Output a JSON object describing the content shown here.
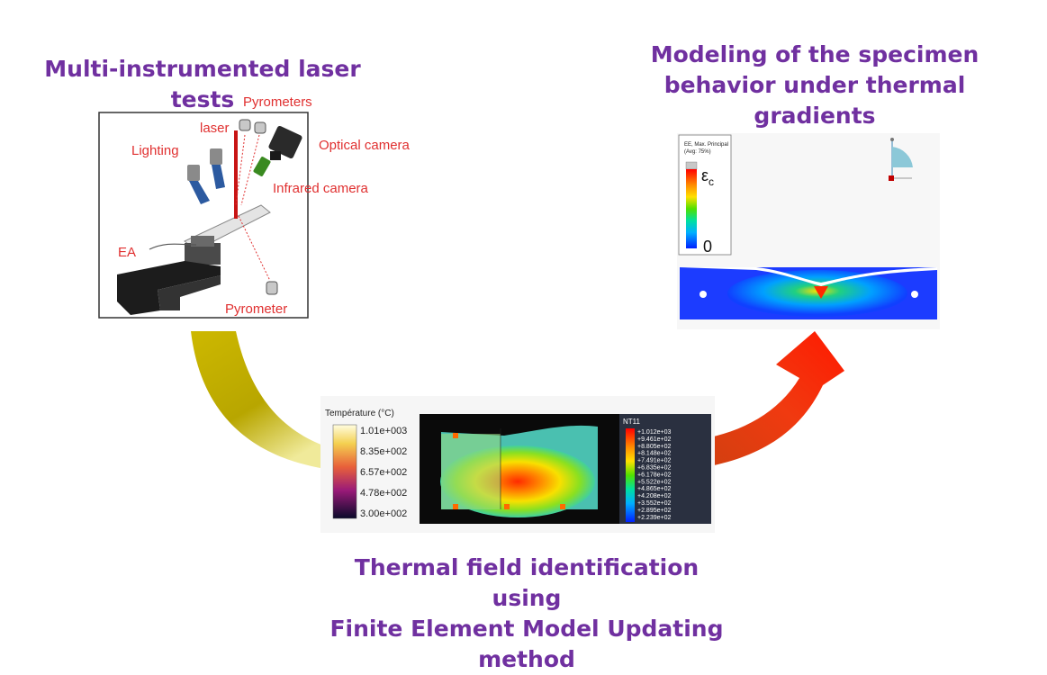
{
  "titles": {
    "left": "Multi-instrumented laser tests",
    "right_line1": "Modeling of the specimen",
    "right_line2": "behavior under thermal gradients",
    "bottom_line1": "Thermal field identification using",
    "bottom_line2": "Finite Element Model Updating",
    "bottom_line3": "method"
  },
  "setup_labels": {
    "pyrometers": "Pyrometers",
    "laser": "laser",
    "lighting": "Lighting",
    "optical_camera": "Optical camera",
    "infrared_camera": "Infrared camera",
    "ea": "EA",
    "pyrometer": "Pyrometer"
  },
  "thermal_colorbar": {
    "title": "Température (°C)",
    "ticks": [
      "1.01e+003",
      "8.35e+002",
      "6.57e+002",
      "4.78e+002",
      "3.00e+002"
    ]
  },
  "fe_legend": {
    "title": "NT11",
    "values": [
      "+1.012e+03",
      "+9.461e+02",
      "+8.805e+02",
      "+8.148e+02",
      "+7.491e+02",
      "+6.835e+02",
      "+6.178e+02",
      "+5.522e+02",
      "+4.865e+02",
      "+4.208e+02",
      "+3.552e+02",
      "+2.895e+02",
      "+2.239e+02"
    ]
  },
  "strain_legend": {
    "title_line1": "EE, Max. Principal",
    "title_line2": "(Avg: 75%)",
    "max_symbol": "ε",
    "max_subscript": "c",
    "min_value": "0"
  },
  "colors": {
    "title": "#7030a0",
    "label_red": "#e03030",
    "arrow_left_top": "#c9b400",
    "arrow_right_tip": "#ff2a00"
  },
  "icons": [
    "curved-arrow-left-icon",
    "curved-arrow-right-icon"
  ]
}
